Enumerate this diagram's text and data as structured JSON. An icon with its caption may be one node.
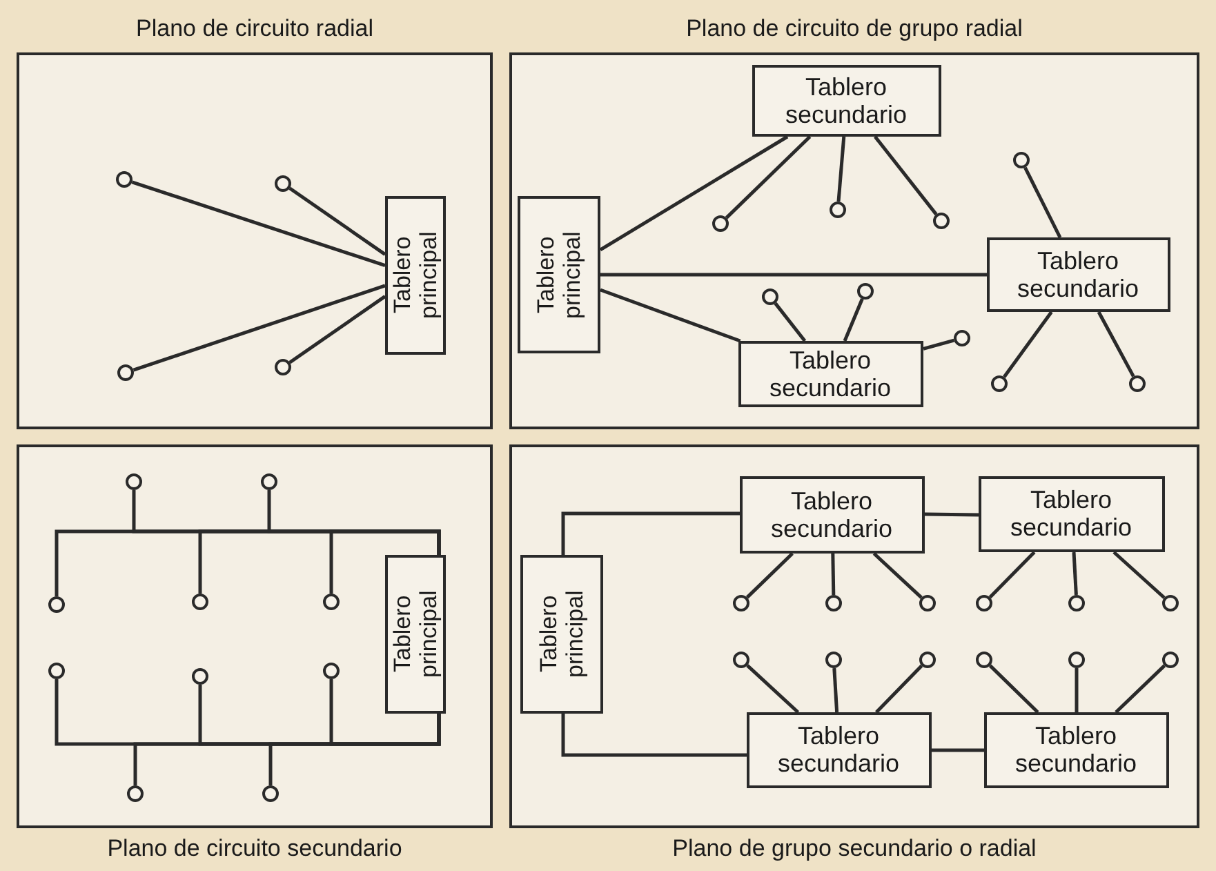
{
  "diagram": {
    "nodes": [
      {
        "text": [
          "Plano de circuito radial"
        ]
      },
      {
        "text": [
          "Tablero principal"
        ],
        "in": 0
      },
      {
        "text": [],
        "shape": "circle",
        "in": 0
      },
      {
        "text": [],
        "shape": "circle",
        "in": 0
      },
      {
        "text": [],
        "shape": "circle",
        "in": 0
      },
      {
        "text": [],
        "shape": "circle",
        "in": 0
      },
      {
        "text": [
          "Plano de circuito de grupo radial"
        ]
      },
      {
        "text": [
          "Tablero principal"
        ],
        "in": 6
      },
      {
        "text": [
          "Tablero secundario"
        ],
        "in": 6
      },
      {
        "text": [
          "Tablero secundario"
        ],
        "in": 6
      },
      {
        "text": [
          "Tablero secundario"
        ],
        "in": 6
      },
      {
        "text": [],
        "shape": "circle",
        "in": 6
      },
      {
        "text": [],
        "shape": "circle",
        "in": 6
      },
      {
        "text": [],
        "shape": "circle",
        "in": 6
      },
      {
        "text": [],
        "shape": "circle",
        "in": 6
      },
      {
        "text": [],
        "shape": "circle",
        "in": 6
      },
      {
        "text": [],
        "shape": "circle",
        "in": 6
      },
      {
        "text": [],
        "shape": "circle",
        "in": 6
      },
      {
        "text": [],
        "shape": "circle",
        "in": 6
      },
      {
        "text": [],
        "shape": "circle",
        "in": 6
      },
      {
        "text": [
          "Plano de circuito secundario"
        ]
      },
      {
        "text": [
          "Tablero principal"
        ],
        "in": 20
      },
      {
        "text": [],
        "shape": "circle",
        "in": 20
      },
      {
        "text": [],
        "shape": "circle",
        "in": 20
      },
      {
        "text": [],
        "shape": "circle",
        "in": 20
      },
      {
        "text": [],
        "shape": "circle",
        "in": 20
      },
      {
        "text": [],
        "shape": "circle",
        "in": 20
      },
      {
        "text": [],
        "shape": "circle",
        "in": 20
      },
      {
        "text": [],
        "shape": "circle",
        "in": 20
      },
      {
        "text": [],
        "shape": "circle",
        "in": 20
      },
      {
        "text": [],
        "shape": "circle",
        "in": 20
      },
      {
        "text": [],
        "shape": "circle",
        "in": 20
      },
      {
        "text": [
          "Plano de grupo secundario o radial"
        ]
      },
      {
        "text": [
          "Tablero principal"
        ],
        "in": 32
      },
      {
        "text": [
          "Tablero secundario"
        ],
        "in": 32
      },
      {
        "text": [
          "Tablero secundario"
        ],
        "in": 32
      },
      {
        "text": [
          "Tablero secundario"
        ],
        "in": 32
      },
      {
        "text": [
          "Tablero secundario"
        ],
        "in": 32
      },
      {
        "text": [],
        "shape": "circle",
        "in": 32
      },
      {
        "text": [],
        "shape": "circle",
        "in": 32
      },
      {
        "text": [],
        "shape": "circle",
        "in": 32
      },
      {
        "text": [],
        "shape": "circle",
        "in": 32
      },
      {
        "text": [],
        "shape": "circle",
        "in": 32
      },
      {
        "text": [],
        "shape": "circle",
        "in": 32
      },
      {
        "text": [],
        "shape": "circle",
        "in": 32
      },
      {
        "text": [],
        "shape": "circle",
        "in": 32
      },
      {
        "text": [],
        "shape": "circle",
        "in": 32
      },
      {
        "text": [],
        "shape": "circle",
        "in": 32
      },
      {
        "text": [],
        "shape": "circle",
        "in": 32
      },
      {
        "text": [],
        "shape": "circle",
        "in": 32
      }
    ],
    "edges": [
      {
        "from": 1,
        "to": 2,
        "arrow": "none"
      },
      {
        "from": 1,
        "to": 3,
        "arrow": "none"
      },
      {
        "from": 1,
        "to": 4,
        "arrow": "none"
      },
      {
        "from": 1,
        "to": 5,
        "arrow": "none"
      },
      {
        "from": 7,
        "to": 8,
        "arrow": "none"
      },
      {
        "from": 7,
        "to": 9,
        "arrow": "none"
      },
      {
        "from": 7,
        "to": 10,
        "arrow": "none"
      },
      {
        "from": 8,
        "to": 11,
        "arrow": "none"
      },
      {
        "from": 8,
        "to": 12,
        "arrow": "none"
      },
      {
        "from": 8,
        "to": 13,
        "arrow": "none"
      },
      {
        "from": 9,
        "to": 14,
        "arrow": "none"
      },
      {
        "from": 10,
        "to": 15,
        "arrow": "none"
      },
      {
        "from": 10,
        "to": 16,
        "arrow": "none"
      },
      {
        "from": 10,
        "to": 17,
        "arrow": "none"
      },
      {
        "from": 9,
        "to": 18,
        "arrow": "none"
      },
      {
        "from": 9,
        "to": 19,
        "arrow": "none"
      },
      {
        "from": 21,
        "to": 22,
        "arrow": "none"
      },
      {
        "from": 21,
        "to": 23,
        "arrow": "none"
      },
      {
        "from": 21,
        "to": 24,
        "arrow": "none"
      },
      {
        "from": 21,
        "to": 25,
        "arrow": "none"
      },
      {
        "from": 21,
        "to": 26,
        "arrow": "none"
      },
      {
        "from": 21,
        "to": 27,
        "arrow": "none"
      },
      {
        "from": 21,
        "to": 28,
        "arrow": "none"
      },
      {
        "from": 21,
        "to": 29,
        "arrow": "none"
      },
      {
        "from": 21,
        "to": 30,
        "arrow": "none"
      },
      {
        "from": 21,
        "to": 31,
        "arrow": "none"
      },
      {
        "from": 33,
        "to": 34,
        "arrow": "none"
      },
      {
        "from": 34,
        "to": 35,
        "arrow": "none"
      },
      {
        "from": 33,
        "to": 36,
        "arrow": "none"
      },
      {
        "from": 36,
        "to": 37,
        "arrow": "none"
      },
      {
        "from": 34,
        "to": 38,
        "arrow": "none"
      },
      {
        "from": 34,
        "to": 39,
        "arrow": "none"
      },
      {
        "from": 34,
        "to": 40,
        "arrow": "none"
      },
      {
        "from": 35,
        "to": 41,
        "arrow": "none"
      },
      {
        "from": 35,
        "to": 42,
        "arrow": "none"
      },
      {
        "from": 35,
        "to": 43,
        "arrow": "none"
      },
      {
        "from": 36,
        "to": 44,
        "arrow": "none"
      },
      {
        "from": 36,
        "to": 45,
        "arrow": "none"
      },
      {
        "from": 36,
        "to": 46,
        "arrow": "none"
      },
      {
        "from": 37,
        "to": 47,
        "arrow": "none"
      },
      {
        "from": 37,
        "to": 48,
        "arrow": "none"
      },
      {
        "from": 37,
        "to": 49,
        "arrow": "none"
      }
    ]
  }
}
